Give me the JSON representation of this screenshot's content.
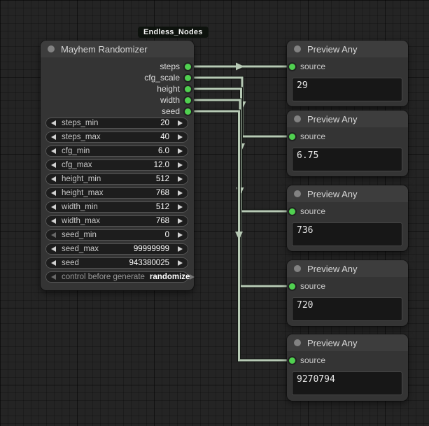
{
  "canvas": {
    "badge": "Endless_Nodes"
  },
  "randomizer": {
    "title": "Mayhem Randomizer",
    "outputs": [
      {
        "name": "steps"
      },
      {
        "name": "cfg_scale"
      },
      {
        "name": "height"
      },
      {
        "name": "width"
      },
      {
        "name": "seed"
      }
    ],
    "widgets": [
      {
        "label": "steps_min",
        "value": "20"
      },
      {
        "label": "steps_max",
        "value": "40"
      },
      {
        "label": "cfg_min",
        "value": "6.0"
      },
      {
        "label": "cfg_max",
        "value": "12.0"
      },
      {
        "label": "height_min",
        "value": "512"
      },
      {
        "label": "height_max",
        "value": "768"
      },
      {
        "label": "width_min",
        "value": "512"
      },
      {
        "label": "width_max",
        "value": "768"
      },
      {
        "label": "seed_min",
        "value": "0"
      },
      {
        "label": "seed_max",
        "value": "99999999"
      },
      {
        "label": "seed",
        "value": "943380025"
      },
      {
        "label": "control before generate",
        "value": "randomize"
      }
    ]
  },
  "previews": [
    {
      "title": "Preview Any",
      "input": "source",
      "value": "29"
    },
    {
      "title": "Preview Any",
      "input": "source",
      "value": "6.75"
    },
    {
      "title": "Preview Any",
      "input": "source",
      "value": "736"
    },
    {
      "title": "Preview Any",
      "input": "source",
      "value": "720"
    },
    {
      "title": "Preview Any",
      "input": "source",
      "value": "9270794"
    }
  ],
  "connections": [
    {
      "from": "steps",
      "to": "preview-1.source"
    },
    {
      "from": "cfg_scale",
      "to": "preview-2.source"
    },
    {
      "from": "height",
      "to": "preview-3.source"
    },
    {
      "from": "width",
      "to": "preview-4.source"
    },
    {
      "from": "seed",
      "to": "preview-5.source"
    }
  ],
  "colors": {
    "canvas_bg": "#242424",
    "node_bg": "#343434",
    "node_header": "#3d3d3d",
    "widget_bg": "#1d1d1d",
    "wire": "#b7c9b5",
    "port": "#50d050"
  }
}
